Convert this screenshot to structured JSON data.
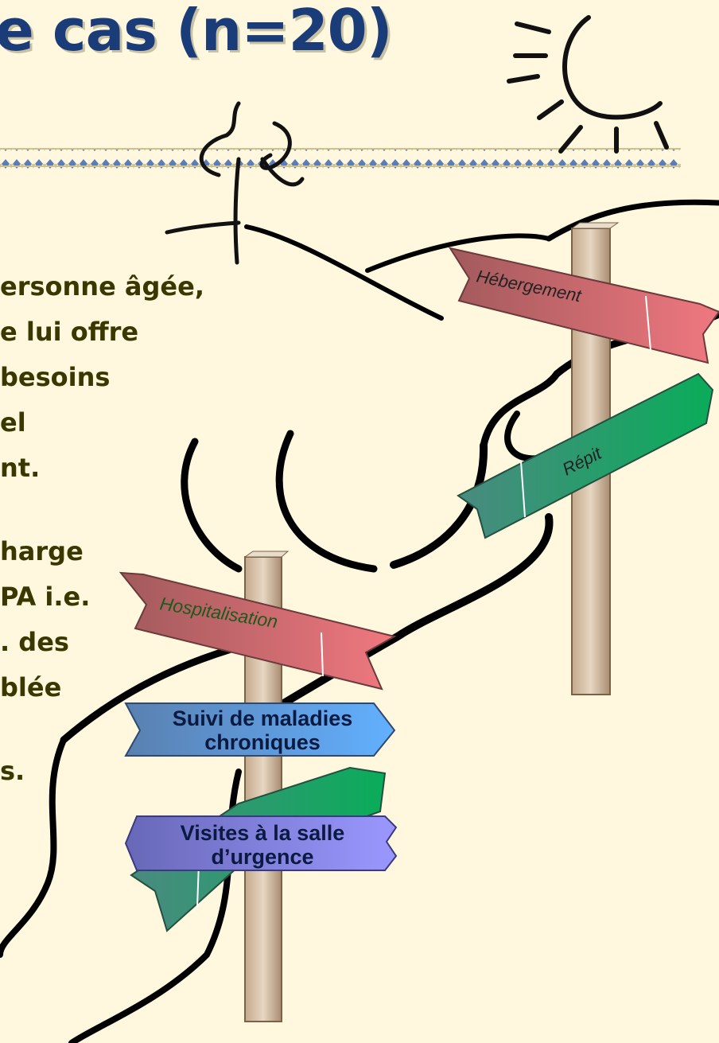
{
  "slide": {
    "title": "e cas (n=20)",
    "body_lines": [
      "ersonne âgée,",
      "e lui offre",
      " besoins",
      "el",
      "nt.",
      "",
      "harge",
      "PA i.e.",
      ". des",
      "blée",
      "",
      "s."
    ]
  },
  "signpost": {
    "signs": {
      "hebergement": "Hébergement",
      "repit": "Répit",
      "hospitalisation": "Hospitalisation",
      "suivi_line1": "Suivi de maladies",
      "suivi_line2": "chroniques",
      "visites_line1": "Visites à la salle",
      "visites_line2": "d’urgence"
    }
  },
  "colors": {
    "title": "#1a3c78",
    "background": "#fff7de",
    "body_text": "#3a3800",
    "red_sign": "#e8707a",
    "green_sign": "#1aa866",
    "blue_sign": "#5aa0ee",
    "violet_sign": "#8888f0",
    "post": "#d8c3a6"
  }
}
